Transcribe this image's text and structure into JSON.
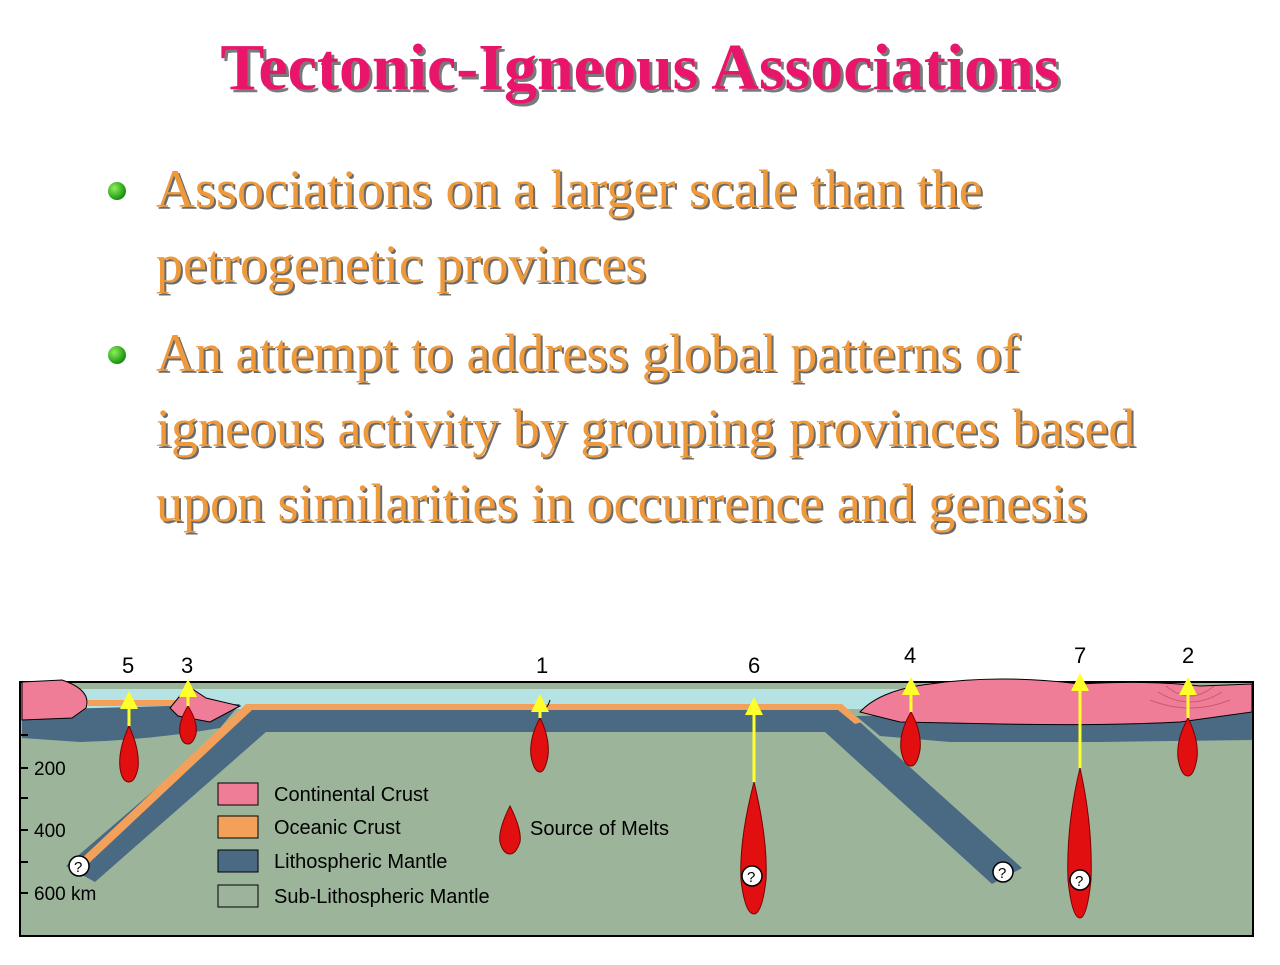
{
  "slide": {
    "title": "Tectonic-Igneous Associations",
    "bullets": [
      "Associations on a larger scale than the petrogenetic provinces",
      "An attempt to address global patterns of igneous activity by grouping provinces based upon similarities in occurrence and genesis"
    ]
  },
  "diagram": {
    "site_labels": [
      "5",
      "3",
      "1",
      "6",
      "4",
      "7",
      "2"
    ],
    "depth_labels": [
      "200",
      "400",
      "600 km"
    ],
    "unknown_marker": "?",
    "legend": {
      "continental_crust": "Continental Crust",
      "oceanic_crust": "Oceanic Crust",
      "lithospheric_mantle": "Lithospheric Mantle",
      "sub_lithospheric_mantle": "Sub-Lithospheric Mantle",
      "source_of_melts": "Source of Melts"
    },
    "colors": {
      "continental_crust": "#f07d98",
      "oceanic_crust": "#f3a05a",
      "lithospheric_mantle": "#4a6a84",
      "sub_lithospheric_mantle": "#9cb59a",
      "ocean": "#b5e3e3",
      "melt": "#e20f10",
      "arrow": "#ffff2a",
      "title": "#e8156b",
      "bullet_text": "#ee9a3c"
    }
  }
}
